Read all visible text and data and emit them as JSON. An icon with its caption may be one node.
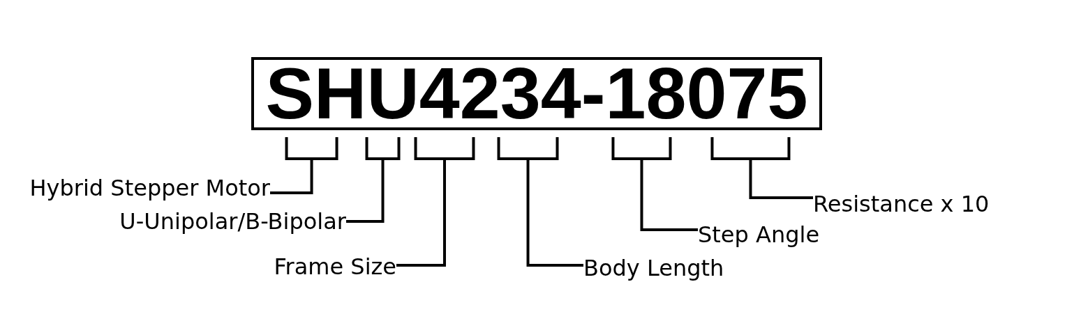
{
  "diagram": {
    "nodes": [
      {
        "text": [
          "SHU4234-18075"
        ]
      },
      {
        "text": [
          "Hybrid Stepper Motor"
        ]
      },
      {
        "text": [
          "U-Unipolar/B-Bipolar"
        ]
      },
      {
        "text": [
          "Frame Size"
        ]
      },
      {
        "text": [
          "Body Length"
        ]
      },
      {
        "text": [
          "Step Angle"
        ]
      },
      {
        "text": [
          "Resistance x 10"
        ]
      }
    ],
    "edges": [
      {
        "from": 1,
        "to": 0,
        "arrow": "none"
      },
      {
        "from": 2,
        "to": 0,
        "arrow": "none"
      },
      {
        "from": 3,
        "to": 0,
        "arrow": "none"
      },
      {
        "from": 4,
        "to": 0,
        "arrow": "none"
      },
      {
        "from": 5,
        "to": 0,
        "arrow": "none"
      },
      {
        "from": 6,
        "to": 0,
        "arrow": "none"
      }
    ]
  }
}
